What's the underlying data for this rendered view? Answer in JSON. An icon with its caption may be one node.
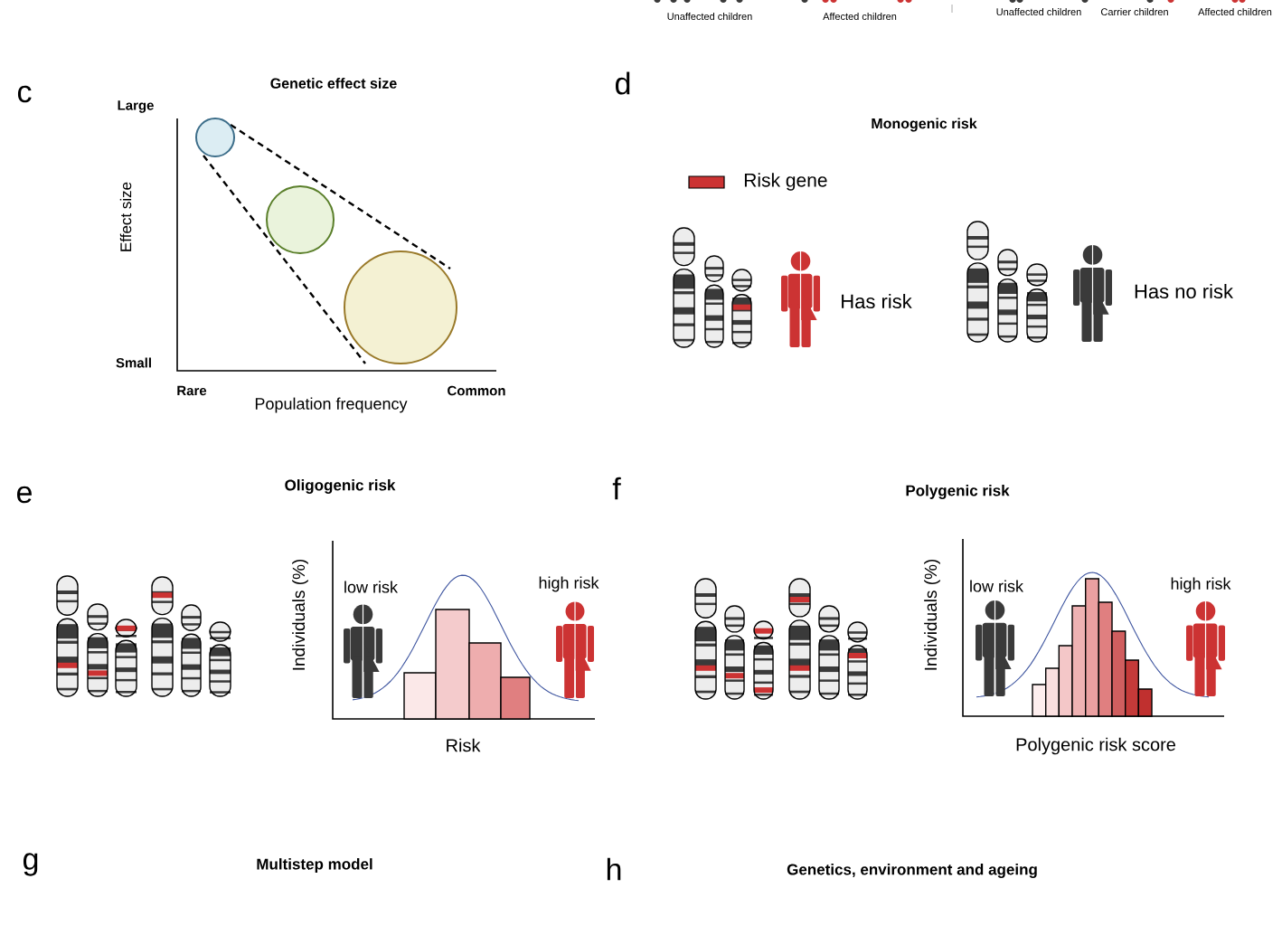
{
  "diagram": {
    "labels": [
      "Unaffected children",
      "Affected children",
      "Unaffected children",
      "Carrier children",
      "Affected children",
      "c",
      "Genetic effect size",
      "Large",
      "Effect size",
      "Small",
      "Rare",
      "Common",
      "Population frequency",
      "d",
      "Monogenic risk",
      "Has risk",
      "Has no risk",
      "e",
      "Oligogenic risk",
      "Individuals (%)",
      "low risk",
      "high risk",
      "Risk",
      "f",
      "Polygenic risk",
      "Individuals (%)",
      "low risk",
      "high risk",
      "Polygenic risk score",
      "g",
      "Multistep model",
      "h",
      "Genetics, environment and ageing"
    ],
    "legend": [
      {
        "text": "Risk gene",
        "color": "#cc3333"
      }
    ]
  }
}
